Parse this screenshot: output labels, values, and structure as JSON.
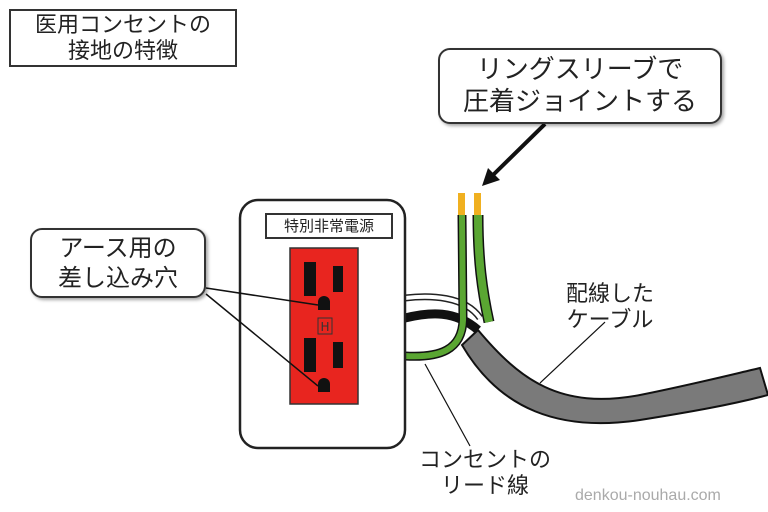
{
  "title": {
    "line1": "医用コンセントの",
    "line2": "接地の特徴"
  },
  "callouts": {
    "ring_sleeve": {
      "line1": "リングスリーブで",
      "line2": "圧着ジョイントする"
    },
    "ground_holes": {
      "line1": "アース用の",
      "line2": "差し込み穴"
    }
  },
  "labels": {
    "cable": {
      "line1": "配線した",
      "line2": "ケーブル"
    },
    "lead_wire": {
      "line1": "コンセントの",
      "line2": "リード線"
    }
  },
  "outlet": {
    "plate_label": "特別非常電源",
    "hospital_mark": "H",
    "color": "#e8251f"
  },
  "colors": {
    "ground_wire": "#5aa632",
    "conductor": "#f0b020",
    "cable_sheath": "#7a7a7a"
  },
  "watermark": "denkou-nouhau.com"
}
